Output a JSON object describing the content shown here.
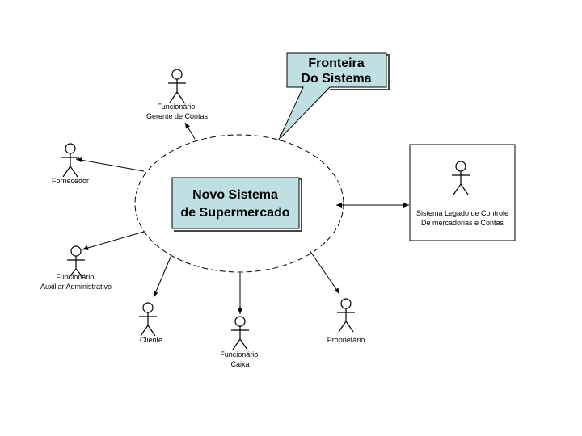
{
  "system": {
    "line1": "Novo Sistema",
    "line2": "de Supermercado"
  },
  "callout": {
    "line1": "Fronteira",
    "line2": "Do Sistema"
  },
  "actors": {
    "gerente": {
      "line1": "Funcionário:",
      "line2": "Gerente de Contas"
    },
    "fornecedor": {
      "line1": "Fornecedor"
    },
    "auxiliar": {
      "line1": "Funcionário:",
      "line2": "Auxiliar Administrativo"
    },
    "cliente": {
      "line1": "Cliente"
    },
    "caixa": {
      "line1": "Funcionário:",
      "line2": "Caixa"
    },
    "proprietario": {
      "line1": "Proprietário"
    },
    "legado": {
      "line1": "Sistema Legado de Controle",
      "line2": "De mercadorias e Contas"
    }
  },
  "colors": {
    "box_fill": "#bfe0e3"
  }
}
